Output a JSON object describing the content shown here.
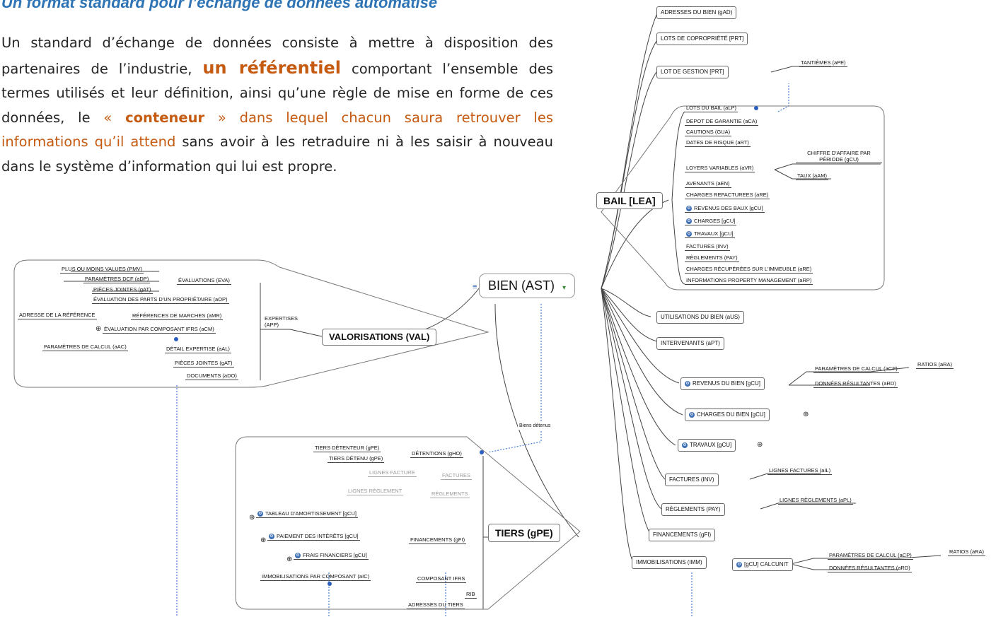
{
  "intro": {
    "title": "Un format standard pour l’échange de données automatisé",
    "p1": "Un standard d’échange de données consiste à mettre à disposition des partenaires de l’industrie,",
    "highlight1": "un référentiel",
    "p2": "comportant l’ensemble des termes utilisés et leur définition, ainsi qu’une règle de mise en forme de ces données, le",
    "highlight2_open": "«",
    "highlight2_word": "conteneur",
    "highlight2_close": "»",
    "highlight3": "dans lequel chacun saura retrouver les informations qu’il attend",
    "p3": "sans avoir à les retraduire ni à les saisir à nouveau dans le système d’information qui lui est propre."
  },
  "colors": {
    "title": "#2e74b5",
    "highlight": "#c55a11",
    "link": "#4a7fd4",
    "icon": "#3c6eb4"
  },
  "mindmap": {
    "root": {
      "label": "BIEN (AST)",
      "left_icon": "note-icon",
      "right_icon": "chevron-down-icon"
    },
    "right_branches": {
      "adresses": "ADRESSES DU BIEN (gAD)",
      "lots_copro": "LOTS DE COPROPRIÉTÉ [PRT]",
      "lot_gestion": "LOT DE GESTION [PRT]",
      "tantiemes": "TANTIÈMES (aPE)",
      "bail": "BAIL [LEA]",
      "utilisations": "UTILISATIONS DU BIEN (aUS)",
      "intervenants": "INTERVENANTS (aPT)",
      "revenus": "REVENUS DU BIEN [gCU]",
      "revenus_params": "PARAMÈTRES DE CALCUL (aCP)",
      "revenus_ratios": "RATIOS (aRA)",
      "revenus_donnees": "DONNÉES RÉSULTANTES (aRD)",
      "charges": "CHARGES DU BIEN [gCU]",
      "travaux": "TRAVAUX [gCU]",
      "factures": "FACTURES (INV)",
      "lignes_factures": "LIGNES FACTURES (aIL)",
      "reglements": "RÈGLEMENTS (PAY)",
      "lignes_reglements": "LIGNES RÈGLEMENTS (aPL)",
      "financements": "FINANCEMENTS (gFI)",
      "immobilisations": "IMMOBILISATIONS (IMM)",
      "calcunit": "[gCU] CALCUNIT",
      "calc_params": "PARAMÈTRES DE CALCUL (aCP)",
      "calc_ratios": "RATIOS (aRA)",
      "calc_donnees": "DONNÉES RÉSULTANTES (aRD)"
    },
    "bail_items": [
      "LOTS DU BAIL (aLP)",
      "DEPOT DE GARANTIE (aCA)",
      "CAUTIONS (GUA)",
      "DATES DE RISQUE (aRT)",
      "LOYERS VARIABLES (aVR)",
      "AVENANTS (aEN)",
      "CHARGES REFACTUREES (aRE)",
      "REVENUS DES BAUX [gCU]",
      "CHARGES [gCU]",
      "TRAVAUX [gCU]",
      "FACTURES (INV)",
      "RÈGLEMENTS (PAY)",
      "CHARGES RÉCUPÉRÉES SUR L'IMMEUBLE (aRE)",
      "INFORMATIONS PROPERTY MANAGEMENT (aRP)"
    ],
    "loyers_children": [
      "CHIFFRE D'AFFAIRE PAR PÉRIODE (gCU)",
      "TAUX (aAM)"
    ],
    "valorisations": {
      "label": "VALORISATIONS (VAL)",
      "expertises": "EXPERTISES (APP)",
      "items": {
        "pmv": "PLUS OU MOINS VALUES (PMV)",
        "dcf": "PARAMÈTRES DCF (aDP)",
        "pj1": "PIÈCES JOINTES (gAT)",
        "eva": "ÉVALUATIONS (EVA)",
        "parts": "ÉVALUATION DES PARTS D'UN PROPRIÉTAIRE (aOP)",
        "adresse_ref": "ADRESSE DE LA RÉFÉRENCE",
        "refs": "RÉFÉRENCES DE MARCHES (aMR)",
        "ifrs": "ÉVALUATION PAR COMPOSANT IFRS (aCM)",
        "params": "PARAMÈTRES DE CALCUL (aAC)",
        "detail": "DÉTAIL EXPERTISE (aAL)",
        "pj2": "PIÈCES JOINTES (gAT)",
        "docs": "DOCUMENTS (aDO)"
      }
    },
    "tiers": {
      "label": "TIERS (gPE)",
      "link_label": "Biens détenus",
      "detenteur": "TIERS DÉTENTEUR (gPE)",
      "detenu": "TIERS DÉTENU (gPE)",
      "detentions": "DÉTENTIONS (gHO)",
      "lignes_facture": "LIGNES FACTURE",
      "factures": "FACTURES",
      "lignes_reglement": "LIGNES RÈGLEMENT",
      "reglements": "RÈGLEMENTS",
      "tableau": "TABLEAU D'AMORTISSEMENT [gCU]",
      "paiement": "PAIEMENT DES INTÉRÊTS [gCU]",
      "frais": "FRAIS FINANCIERS [gCU]",
      "financements": "FINANCEMENTS (gFI)",
      "immob_comp": "IMMOBILISATIONS PAR COMPOSANT (aIC)",
      "composant": "COMPOSANT IFRS",
      "rib": "RIB",
      "adresses": "ADRESSES DU TIERS"
    }
  }
}
